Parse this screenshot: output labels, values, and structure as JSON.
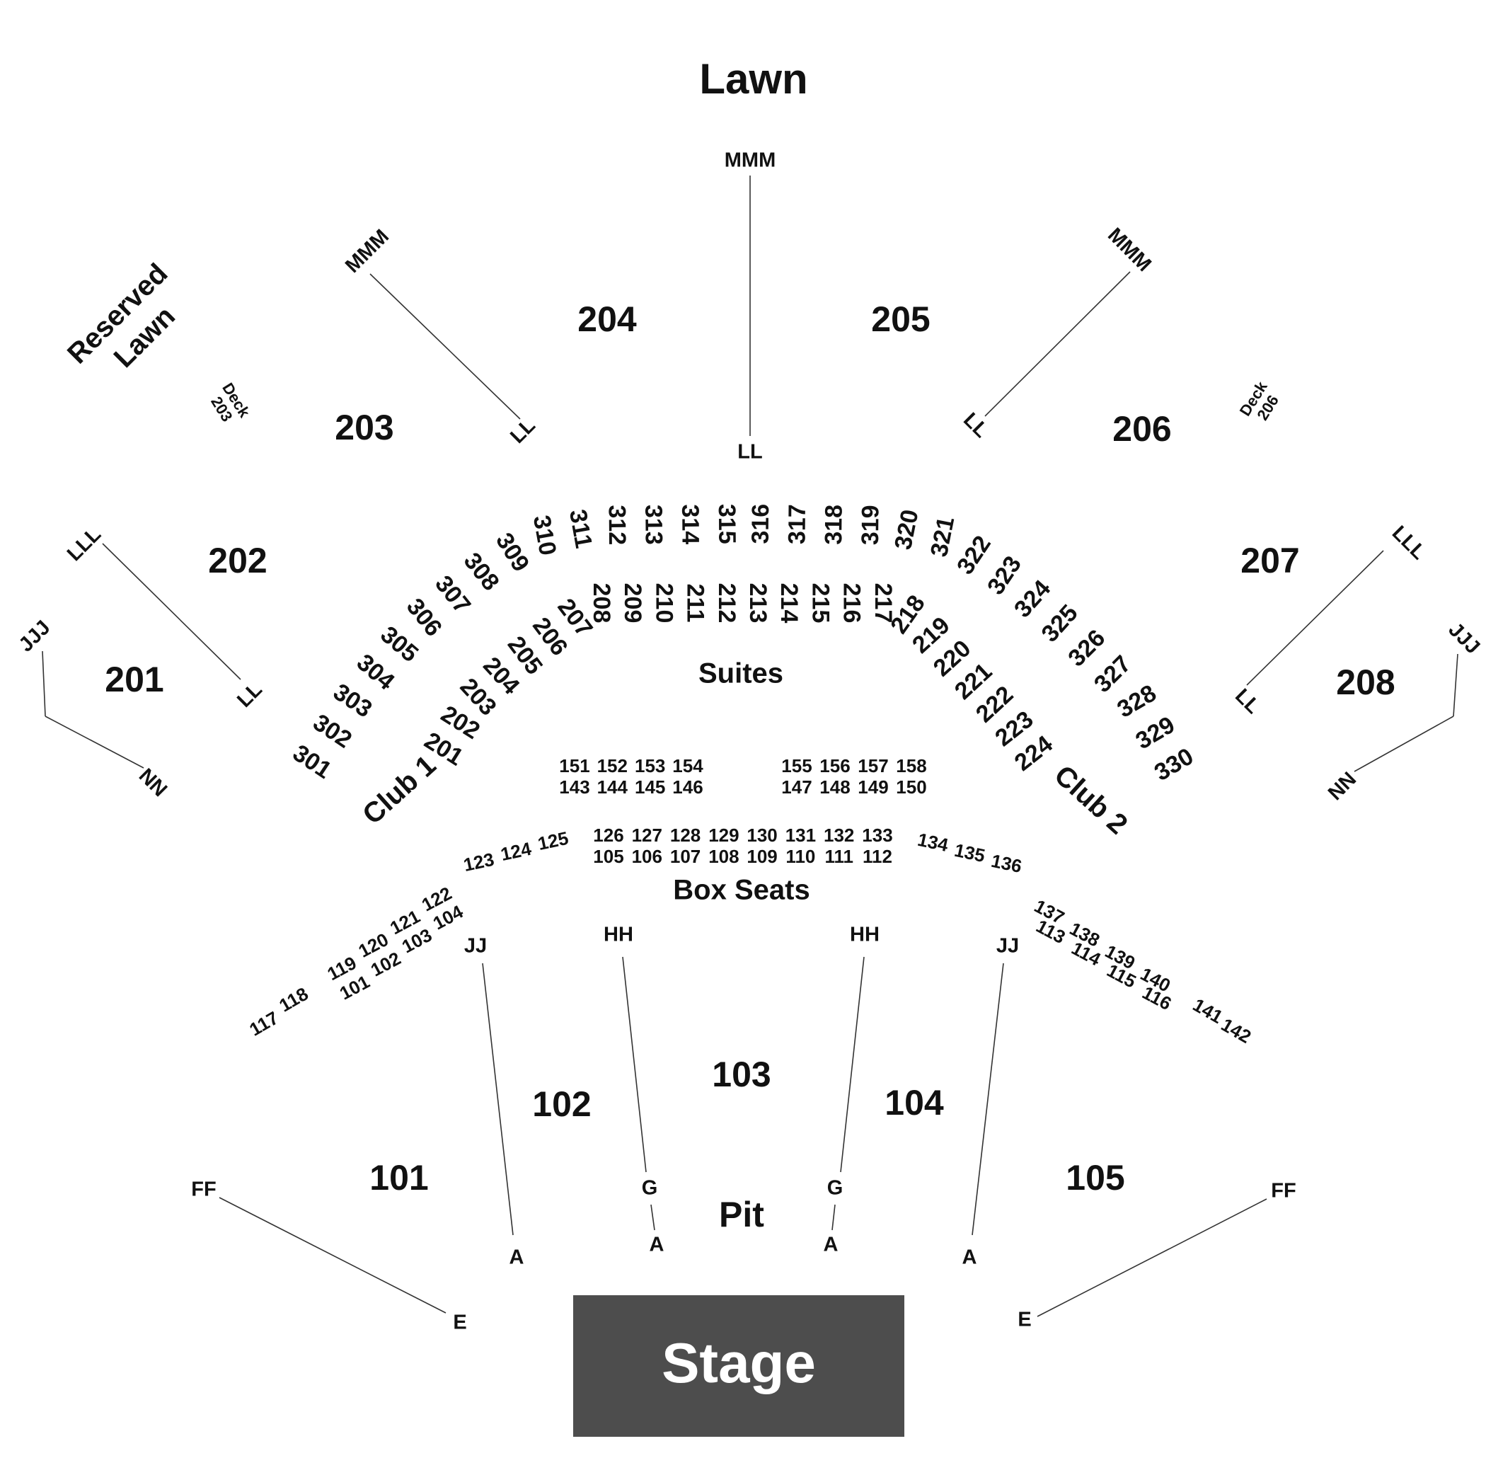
{
  "colors": {
    "stage_fill": "#4d4d4d",
    "stage_text": "#ffffff",
    "text": "#111111",
    "line": "#333333"
  },
  "lawn": "Lawn",
  "reserved_lawn_1": "Reserved",
  "reserved_lawn_2": "Lawn",
  "suites": "Suites",
  "box_seats": "Box Seats",
  "pit": "Pit",
  "stage": "Stage",
  "club1": "Club 1",
  "club2": "Club 2",
  "deck203": [
    "Deck",
    "203"
  ],
  "deck206": [
    "Deck",
    "206"
  ],
  "lawn_sections": [
    "201",
    "202",
    "203",
    "204",
    "205",
    "206",
    "207",
    "208"
  ],
  "floor_sections": [
    "101",
    "102",
    "103",
    "104",
    "105"
  ],
  "outer_ring": [
    "301",
    "302",
    "303",
    "304",
    "305",
    "306",
    "307",
    "308",
    "309",
    "310",
    "311",
    "312",
    "313",
    "314",
    "315",
    "316",
    "317",
    "318",
    "319",
    "320",
    "321",
    "322",
    "323",
    "324",
    "325",
    "326",
    "327",
    "328",
    "329",
    "330"
  ],
  "inner_ring": [
    "201",
    "202",
    "203",
    "204",
    "205",
    "206",
    "207",
    "208",
    "209",
    "210",
    "211",
    "212",
    "213",
    "214",
    "215",
    "216",
    "217",
    "218",
    "219",
    "220",
    "221",
    "222",
    "223",
    "224"
  ],
  "suite_rows": {
    "left_top": [
      "151",
      "152",
      "153",
      "154"
    ],
    "left_bottom": [
      "143",
      "144",
      "145",
      "146"
    ],
    "right_top": [
      "155",
      "156",
      "157",
      "158"
    ],
    "right_bottom": [
      "147",
      "148",
      "149",
      "150"
    ]
  },
  "box_rows": {
    "center_top": [
      "126",
      "127",
      "128",
      "129",
      "130",
      "131",
      "132",
      "133"
    ],
    "center_bottom": [
      "105",
      "106",
      "107",
      "108",
      "109",
      "110",
      "111",
      "112"
    ],
    "left_upper": [
      "123",
      "124",
      "125"
    ],
    "right_upper": [
      "134",
      "135",
      "136"
    ],
    "left_mid_top": [
      "119",
      "120",
      "121",
      "122"
    ],
    "left_mid_bottom": [
      "101",
      "102",
      "103",
      "104"
    ],
    "left_far": [
      "117",
      "118"
    ],
    "right_mid_top": [
      "137",
      "138",
      "139",
      "140"
    ],
    "right_mid_bottom": [
      "113",
      "114",
      "115",
      "116"
    ],
    "right_far": [
      "141",
      "142"
    ]
  },
  "row_labels": {
    "mmm": "MMM",
    "ll": "LL",
    "lll": "LLL",
    "jjj": "JJJ",
    "nn": "NN",
    "jj": "JJ",
    "hh": "HH",
    "g": "G",
    "a": "A",
    "ff": "FF",
    "e": "E"
  }
}
